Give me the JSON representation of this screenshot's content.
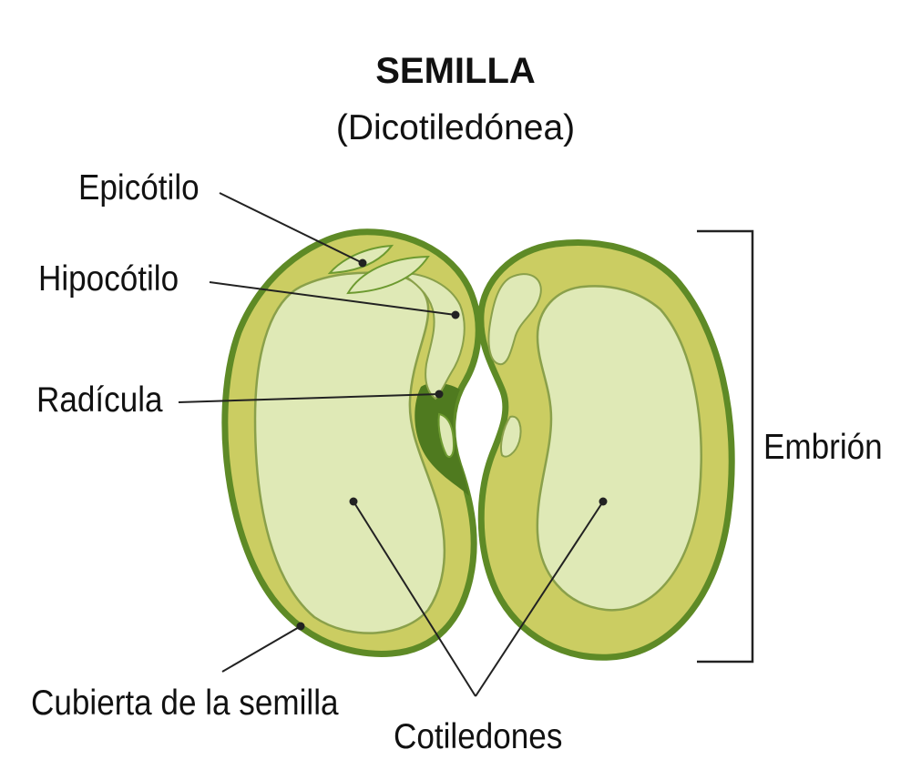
{
  "header": {
    "title": "SEMILLA",
    "subtitle": "(Dicotiledónea)"
  },
  "labels": {
    "epicotilo": "Epicótilo",
    "hipocotilo": "Hipocótilo",
    "radicula": "Radícula",
    "embrion": "Embrión",
    "cubierta": "Cubierta de la semilla",
    "cotiledones": "Cotiledones"
  },
  "colors": {
    "seed_coat": "#5e8a26",
    "cotyledon_outer": "#cbcd62",
    "cotyledon_inner": "#dfe9b6",
    "radicle_dark": "#4f7a1f",
    "leader_line": "#222222"
  }
}
